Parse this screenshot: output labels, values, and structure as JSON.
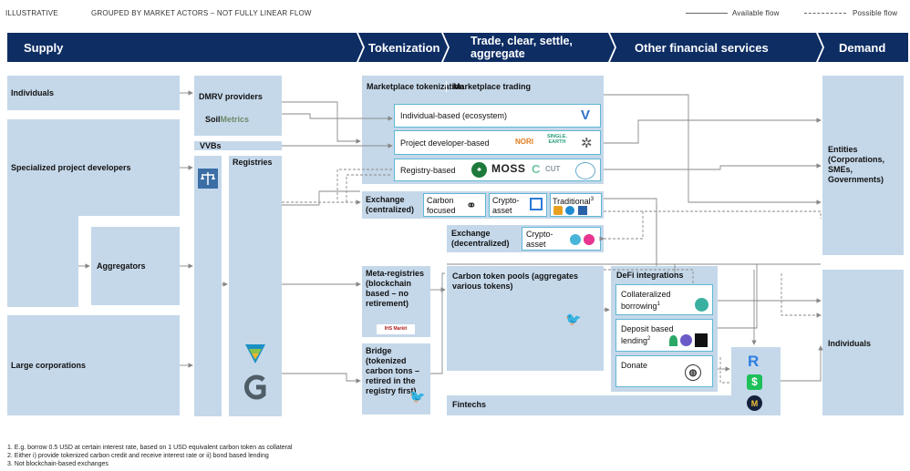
{
  "top": {
    "illustrative": "ILLUSTRATIVE",
    "subtitle": "GROUPED BY MARKET ACTORS – NOT FULLY LINEAR FLOW"
  },
  "legend": {
    "available": "Available flow",
    "possible": "Possible flow"
  },
  "header": {
    "supply": "Supply",
    "tokenization": "Tokenization",
    "trade": "Trade, clear, settle, aggregate",
    "other": "Other financial services",
    "demand": "Demand"
  },
  "supply": {
    "individuals": "Individuals",
    "specialized": "Specialized project developers",
    "aggregators": "Aggregators",
    "large": "Large corporations"
  },
  "dmrv": {
    "title": "DMRV providers",
    "soil": "Soil",
    "metrics": "Metrics"
  },
  "vvbs": {
    "title": "VVBs",
    "registries": "Registries"
  },
  "marketplace": {
    "tokenization": "Marketplace tokenization",
    "trading": "Marketplace trading",
    "individual": "Individual-based (ecosystem)",
    "project": "Project developer-based",
    "registry": "Registry-based",
    "nori": "NORI",
    "single_earth": "SINGLE. EARTH",
    "moss": "MOSS",
    "cut": "CUT"
  },
  "exchange": {
    "centralized": "Exchange (centralized)",
    "carbon_focused": "Carbon focused",
    "crypto_asset": "Crypto-asset",
    "traditional": "Traditional",
    "trad_sup": "3",
    "decentralized": "Exchange (decentralized)",
    "dec_crypto": "Crypto-asset"
  },
  "meta": {
    "title": "Meta-registries (blockchain based – no retirement)",
    "ihs": "IHS Markit"
  },
  "bridge": {
    "title": "Bridge (tokenized carbon tons – retired in the registry first)"
  },
  "pools": {
    "title": "Carbon token pools (aggregates various tokens)"
  },
  "defi": {
    "title": "DeFi integrations",
    "collateral": "Collateralized borrowing",
    "collateral_sup": "1",
    "deposit": "Deposit based lending",
    "deposit_sup": "2",
    "donate": "Donate"
  },
  "fintechs": {
    "title": "Fintechs"
  },
  "demand": {
    "entities": "Entities (Corporations, SMEs, Governments)",
    "individuals": "Individuals"
  },
  "footnotes": [
    "1.   E.g. borrow 0.5 USD at certain interest rate, based on 1 USD equivalent  carbon token as collateral",
    "2.   Either i) provide tokenized carbon credit and receive interest rate or ii) bond  based lending",
    "3.   Not blockchain-based exchanges"
  ],
  "colors": {
    "navy": "#0d2d63",
    "box": "#c5d8ea",
    "cyan": "#5fb7d4",
    "line": "#8a8a8a"
  }
}
